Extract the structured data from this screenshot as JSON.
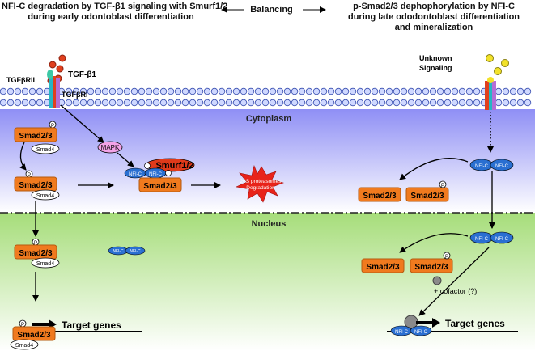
{
  "header": {
    "left_line1": "NFI-C degradation by TGF-β1 signaling with Smurf1/2",
    "left_line2": "during early odontoblast differentiation",
    "center": "Balancing",
    "right_line1": "p-Smad2/3 dephophorylation by NFI-C",
    "right_line2": "during late ododontoblast differentiation",
    "right_line3": "and mineralization"
  },
  "labels": {
    "tgfb1": "TGF-β1",
    "tgfbr2": "TGFβRII",
    "tgfbr1": "TGFβRI",
    "unknown1": "Unknown",
    "unknown2": "Signaling",
    "cytoplasm": "Cytoplasm",
    "nucleus": "Nucleus",
    "smad23": "Smad2/3",
    "smad4": "Smad4",
    "mapk": "MAPK",
    "smurf": "Smurf1/2",
    "nfic": "NFI-C",
    "p": "P",
    "degrad1": "26S proteasomes",
    "degrad2": "Degradation",
    "target": "Target genes",
    "cofactor": "+ cofactor (?)"
  },
  "colors": {
    "smad": "#f07a1e",
    "nfic": "#2a6fd1",
    "smurf": "#e03a1a",
    "ligand_red": "#e0401e",
    "ligand_yellow": "#f2e22a",
    "cytoplasm": "#8f8ff5",
    "nucleus": "#a6dd7a",
    "degradation": "#e8231a",
    "mapk": "#f3a3e8"
  }
}
